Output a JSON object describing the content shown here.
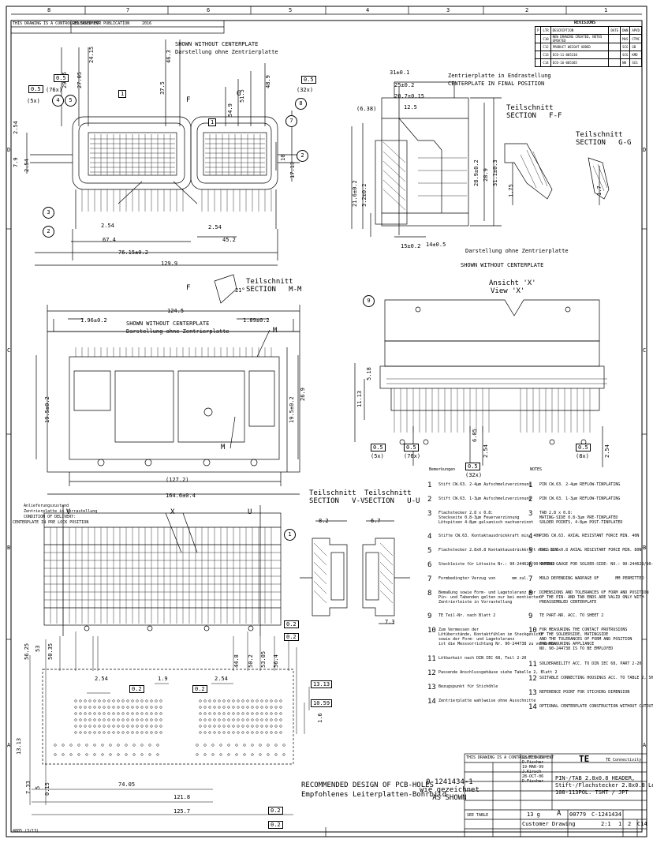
{
  "sheet": {
    "zones_top": [
      "8",
      "7",
      "6",
      "5",
      "4",
      "3",
      "2",
      "1"
    ],
    "zones_side": [
      "D",
      "C",
      "B",
      "A"
    ],
    "top_left_note_1": "THIS DRAWING IS A CONTROLLED DOCUMENT",
    "top_left_note_2": "RELEASED FOR PUBLICATION",
    "top_left_note_3": "2016"
  },
  "revisions": {
    "title": "REVISIONS",
    "header": [
      "P",
      "LTR",
      "DESCRIPTION",
      "DATE",
      "DWN",
      "APVD"
    ],
    "rows": [
      [
        "",
        "C10",
        "NEW DRAWING CREATED, NOTES UPDATED",
        "",
        "MAS",
        "CTMC"
      ],
      [
        "",
        "C12",
        "PRODUCT WEIGHT ADDED",
        "",
        "SCG",
        "GB"
      ],
      [
        "",
        "C13",
        "ECO-11-005310",
        "",
        "SCG",
        "KMD"
      ],
      [
        "",
        "C14",
        "ECO-16-005385",
        "",
        "NN",
        "SCG"
      ]
    ]
  },
  "views": {
    "main_top_title_en": "SHOWN WITHOUT CENTERPLATE",
    "main_top_title_de": "Darstellung ohne Zentrierplatte",
    "section_ff": "Teilschnitt\nSECTION   F-F",
    "section_gg": "Teilschnitt\nSECTION   G-G",
    "centerplate_final_de": "Zentrierplatte in Endrastellung",
    "centerplate_final_en": "CENTERPLATE IN FINAL POSITION",
    "side_bottom_de": "Darstellung ohne Zentrierplatte",
    "side_bottom_en": "SHOWN WITHOUT CENTERPLATE",
    "section_mm": "Teilschnitt\nSECTION   M-M",
    "front_title_en": "SHOWN WITHOUT CENTERPLATE",
    "front_title_de": "Darstellung ohne Zentrierplatte",
    "view_x_de": "Ansicht 'X'",
    "view_x_en": "View 'X'",
    "delivery_de": "Anlieferungszustand",
    "delivery_de2": "Zentrierplatte in Vorrastellung",
    "delivery_en": "CONDITION OF DELIVERY:",
    "delivery_en2": "CENTERPLATE IN PRE LOCK POSITION",
    "section_vv": "Teilschnitt\nSECTION   V-V",
    "section_uu": "Teilschnitt\nSECTION   U-U",
    "pcb_en": "RECOMMENDED DESIGN OF PCB-HOLES",
    "pcb_de": "Empfohlenes Leiterplatten-Bohrbild",
    "shown_part": "0-1241434-1\nwie gezeichnet\nAS SHOWN"
  },
  "dimensions": {
    "d_29_95": "29.95",
    "d_27_05": "27.05",
    "d_24_15": "24.15",
    "d_37_5": "37.5",
    "d_46_3": "46.3",
    "d_54_9": "54.9",
    "d_51_5": "51.5",
    "d_48_9": "48.9",
    "d_2_54a": "2.54",
    "d_7_9": "7.9",
    "d_2_54b": "2.54",
    "d_10": "10",
    "d_17_13": "17.13",
    "d_2_54c": "2.54",
    "d_67_4": "67.4",
    "d_2_54d": "2.54",
    "d_45_2": "45.2",
    "d_76_15": "76.15±0.2",
    "d_129_9": "129.9",
    "d_31": "31±0.1",
    "d_25": "25±0.2",
    "d_20_7": "20.7±0.15",
    "d_12_5": "12.5",
    "d_6_38": "(6.38)",
    "d_28_9a": "28.9±0.2",
    "d_28_9b": "28.9",
    "d_31_1": "31.1±0.3",
    "d_21_6": "21.6±0.2",
    "d_3_2": "3.2±0.2",
    "d_15": "15±0.2",
    "d_14": "14±0.5",
    "d_1_75": "1.75",
    "d_1_7": "1.7",
    "d_124_5": "124.5",
    "d_1_96": "1.96±0.2",
    "d_1_89": "1.89±0.2",
    "d_19_5a": "19.5±0.2",
    "d_19_5b": "19.5±0.2",
    "d_26_9": "26.9",
    "d_127_2": "(127.2)",
    "d_164_6": "164.6±0.4",
    "d_11_13": "11.13",
    "d_5_18": "5.18",
    "d_6_05": "6.05",
    "d_2_54e": "2.54",
    "d_2_54f": "2.54",
    "d_8_2": "8.2",
    "d_6_7": "6.7",
    "d_7_3": "7.3",
    "d_56_25": "56.25",
    "d_53": "53",
    "d_50_35": "50.35",
    "d_44_8": "44.8",
    "d_50_2": "50.2",
    "d_53_05": "53.05",
    "d_56_4": "56.4",
    "d_2_54g": "2.54",
    "d_1_9": "1.9",
    "d_2_54h": "2.54",
    "d_13_13a": "13.13",
    "d_10_59": "10.59",
    "d_1_6": "1.6",
    "d_13_13b": "13.13",
    "d_7_33": "7.33",
    "d_5": "5",
    "d_0_15": "0.15",
    "d_74_05": "74.05",
    "d_121_8": "121.8",
    "d_125_7": "125.7",
    "d_tol_05": "0.5",
    "d_tol_02": "0.2",
    "qty_5x": "(5x)",
    "qty_76x": "(76x)",
    "qty_32x": "(32x)",
    "qty_8x": "(8x)",
    "angle_21": "21°"
  },
  "notes_de": {
    "header": "Bemerkungen",
    "items": [
      {
        "n": "1",
        "text": "Stift CW.63. 2-4µm Aufschmelzverzinnung"
      },
      {
        "n": "2",
        "text": "Stift CW.63. 1-3µm Aufschmelzverzinnung"
      },
      {
        "n": "3",
        "text": "Flachstecker 2.8 x 0.8:\nSteckseite 0.8-3µm Feuerverzinnung\nLötspitzen 4-8µm galvanisch nachverzinnt"
      },
      {
        "n": "4",
        "text": "Stifte CW.63. Kontaktausdrückkraft min. 40N"
      },
      {
        "n": "5",
        "text": "Flachstecker 2.8x0.8 Kontaktausdrückkraft min. 80N"
      },
      {
        "n": "6",
        "text": "Steckleiste für Lötseite Nr.: 90-244629/90-244630"
      },
      {
        "n": "7",
        "text": "Formbedingter Verzug von       mm zul."
      },
      {
        "n": "8",
        "text": "Bemaßung sowie Form- und Lagetoleranz der\nPin- und Tabenden gelten nur bei montierter\nZentrierleiste in Vorrastellung"
      },
      {
        "n": "9",
        "text": "TE Teil-Nr. nach Blatt 2"
      },
      {
        "n": "10",
        "text": "Zum Vermessen der\nLötüberstände, Kontaktfühlen im Steckgesicht\nsowie der Form- und Lagetoleranz\nist die Messvorrichtung Nr. 90-244738 zu verwenden"
      },
      {
        "n": "11",
        "text": "Lötbarkeit nach DIN IEC 68, Teil 2-20"
      },
      {
        "n": "12",
        "text": "Passende Anschlussgehäuse siehe Tabelle 2, Blatt 2"
      },
      {
        "n": "13",
        "text": "Bezugspunkt für Stichöhle"
      },
      {
        "n": "14",
        "text": "Zentrierplatte wahlweise ohne Ausschnitte"
      }
    ]
  },
  "notes_en": {
    "header": "NOTES",
    "items": [
      {
        "n": "1",
        "text": "PIN CW.63. 2-4µm REFLOW-TINPLATING"
      },
      {
        "n": "2",
        "text": "PIN CW.63. 1-3µm REFLOW-TINPLATING"
      },
      {
        "n": "3",
        "text": "TAB 2.8 x 0.8:\nMATING-SIDE 0.8-3µm PRE-TINPLATED\nSOLDER POINTS, 4-8µm POST-TINPLATED"
      },
      {
        "n": "4",
        "text": "PINS CW.63. AXIAL RESISTANT FORCE MIN. 40N"
      },
      {
        "n": "5",
        "text": "TABS 2.8x0.8 AXIAL RESISTANT FORCE MIN. 80N"
      },
      {
        "n": "6",
        "text": "MATING GAUGE FOR SOLDER-SIDE: NO.: 90-244629/90-244630"
      },
      {
        "n": "7",
        "text": "MOLD DEPENDING WARPAGE OF       MM PERMITTED"
      },
      {
        "n": "8",
        "text": "DIMENSIONS AND TOLERANCES OF FORM AND POSITION\nOF THE PIN- AND TAB ENDS ARE VALID ONLY WITH\nPREASSEMBLED CENTERPLATE"
      },
      {
        "n": "9",
        "text": "TE PART-NR. ACC. TO SHEET 2"
      },
      {
        "n": "10",
        "text": "FOR MEASURING THE CONTACT PROTRUSIONS\nOF THE SOLDERSIDE, MATINGSIDE\nAND THE TOLERANCES OF FORM AND POSITION\nTHE MEASURING APPLIANCE\nNO. 90-244738 IS TO BE EMPLOYED"
      },
      {
        "n": "11",
        "text": "SOLDERABILITY ACC. TO DIN IEC 68, PART 2-20"
      },
      {
        "n": "12",
        "text": "SUITABLE CONNECTING HOUSINGS ACC. TO TABLE 2, SHEET 2"
      },
      {
        "n": "13",
        "text": "REFERENCE POINT FOR STICHING DIMENSION"
      },
      {
        "n": "14",
        "text": "OPTIONAL CENTERPLATE CONSTRUCTION WITHOUT CUTOUTS"
      }
    ]
  },
  "title_block": {
    "controlled": "THIS DRAWING IS A CONTROLLED DOCUMENT",
    "company": "TE Connectivity",
    "logo": "TE",
    "title_1": "PIN-/TAB 2.8x0.8 HEADER,",
    "title_2": "Stift-/Flachstecker 2.8x0.8 Leiste,",
    "title_3": "108-113POL. TSMT / JPT",
    "weight": "13 g",
    "size": "A",
    "cage": "00779",
    "dwg_no": "C-1241434",
    "scale": "2:1",
    "sheet": "1",
    "of": "2",
    "rev": "C14",
    "customer": "Customer Drawing",
    "see_table": "SEE TABLE",
    "dwn": "D.Fischer",
    "chk": "J.Kirsch",
    "appr": "D.Fischer",
    "date1": "28-FEB-99",
    "date2": "19-MAR-99",
    "date3": "28-OCT-06"
  },
  "bottom_left_code": "4805 (3/13)"
}
